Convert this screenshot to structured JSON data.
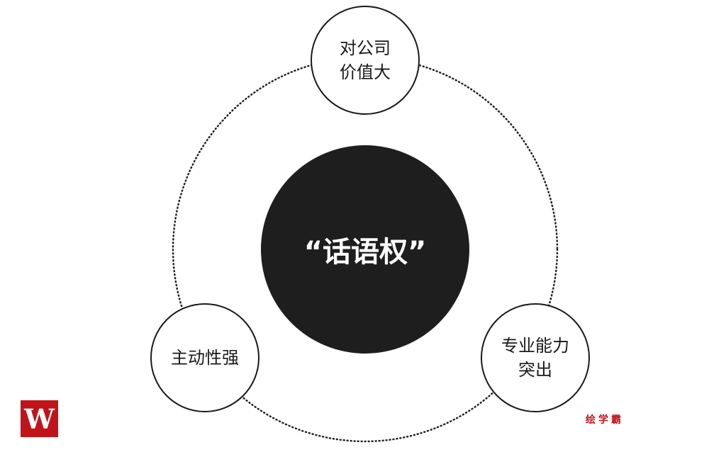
{
  "center": {
    "label": "“话语权”"
  },
  "nodes": [
    {
      "lines": [
        "对公司",
        "价值大"
      ]
    },
    {
      "lines": [
        "主动性强"
      ]
    },
    {
      "lines": [
        "专业能力",
        "突出"
      ]
    }
  ],
  "logo": {
    "text": "W"
  },
  "brand": {
    "text": "绘学霸",
    "color": "#c0141a"
  }
}
